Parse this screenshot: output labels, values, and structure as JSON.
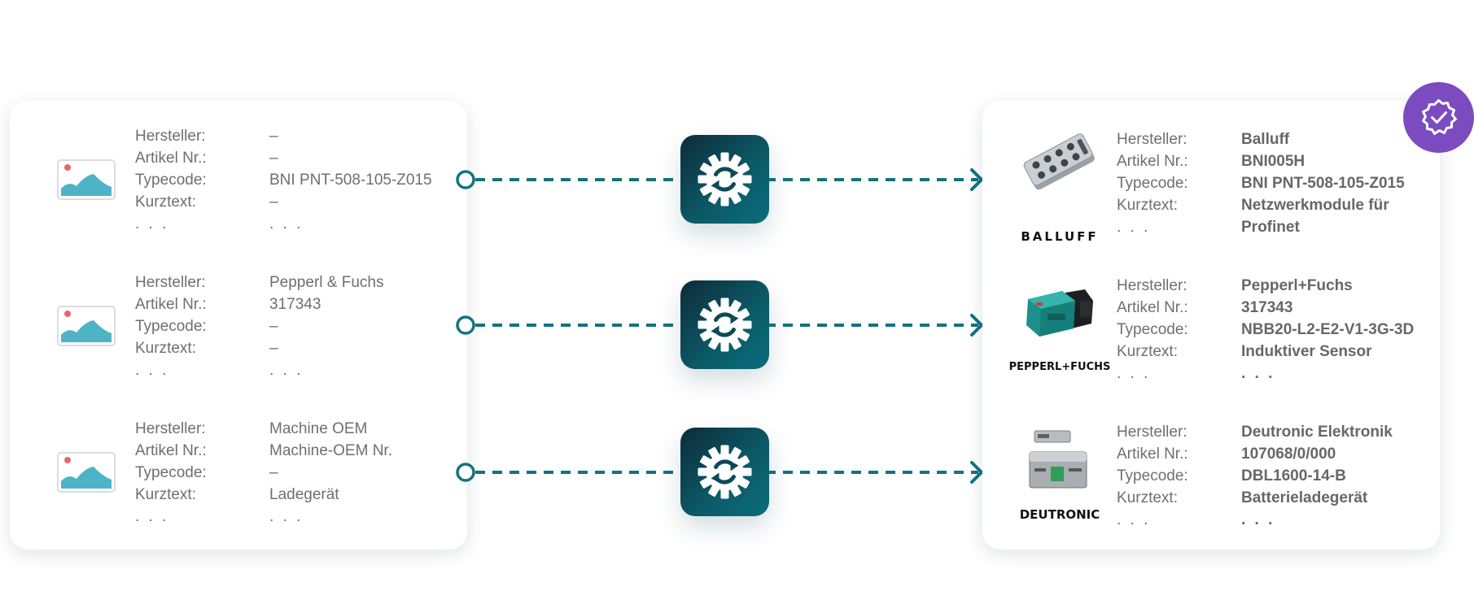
{
  "colors": {
    "connector": "#127380",
    "thumb_blue": "#4eb3c6",
    "thumb_dot": "#e8666e",
    "badge": "#7b4bbf",
    "text": "#6f6f6f",
    "text_bold": "#676767"
  },
  "left_card": {
    "rows": [
      {
        "labels": [
          "Hersteller:",
          "Artikel Nr.:",
          "Typecode:",
          "Kurztext:",
          ". . ."
        ],
        "values": [
          "–",
          "–",
          "BNI PNT-508-105-Z015",
          "–",
          ". . ."
        ],
        "icon": "image-placeholder-icon"
      },
      {
        "labels": [
          "Hersteller:",
          "Artikel Nr.:",
          "Typecode:",
          "Kurztext:",
          ". . ."
        ],
        "values": [
          "Pepperl & Fuchs",
          "317343",
          "–",
          "–",
          ". . ."
        ],
        "icon": "image-placeholder-icon"
      },
      {
        "labels": [
          "Hersteller:",
          "Artikel Nr.:",
          "Typecode:",
          "Kurztext:",
          ". . ."
        ],
        "values": [
          "Machine OEM",
          "Machine-OEM Nr.",
          "–",
          "Ladegerät",
          ". . ."
        ],
        "icon": "image-placeholder-icon"
      }
    ]
  },
  "process_icon": "gear-sync-icon",
  "right_card": {
    "badge_icon": "verified-gear-check-icon",
    "rows": [
      {
        "brand": "BALLUFF",
        "labels": [
          "Hersteller:",
          "Artikel Nr.:",
          "Typecode:",
          "Kurztext:",
          ". . ."
        ],
        "values": [
          "Balluff",
          "BNI005H",
          "BNI PNT-508-105-Z015",
          "Netzwerkmodule für",
          "Profinet"
        ],
        "product_image": "io-module-image"
      },
      {
        "brand": "PEPPERL+FUCHS",
        "labels": [
          "Hersteller:",
          "Artikel Nr.:",
          "Typecode:",
          "Kurztext:",
          ". . ."
        ],
        "values": [
          "Pepperl+Fuchs",
          "317343",
          "NBB20-L2-E2-V1-3G-3D",
          "Induktiver Sensor",
          ". . ."
        ],
        "product_image": "inductive-sensor-image"
      },
      {
        "brand": "DEUTRONIC",
        "labels": [
          "Hersteller:",
          "Artikel Nr.:",
          "Typecode:",
          "Kurztext:",
          ". . ."
        ],
        "values": [
          "Deutronic Elektronik",
          "107068/0/000",
          "DBL1600-14-B",
          "Batterieladegerät",
          ". . ."
        ],
        "product_image": "battery-charger-image"
      }
    ]
  }
}
